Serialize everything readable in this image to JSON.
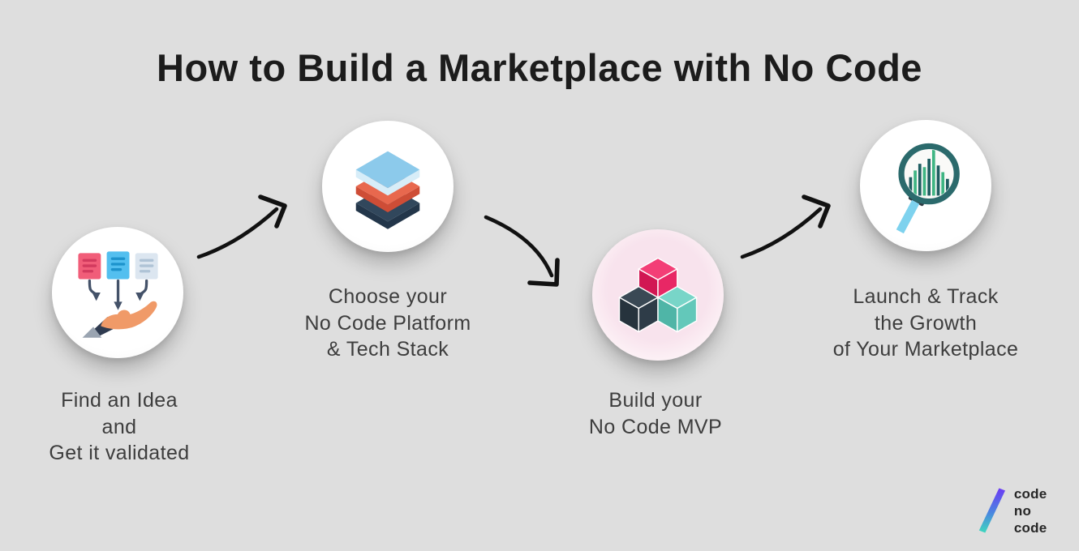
{
  "title": "How to Build a Marketplace with No Code",
  "steps": [
    {
      "name": "find-idea",
      "icon": "documents-into-hand-icon",
      "label_lines": [
        "Find an Idea",
        "and",
        "Get it validated"
      ]
    },
    {
      "name": "choose-platform",
      "icon": "layer-stack-icon",
      "label_lines": [
        "Choose your",
        "No Code Platform",
        "& Tech Stack"
      ]
    },
    {
      "name": "build-mvp",
      "icon": "building-blocks-icon",
      "label_lines": [
        "Build your",
        "No Code MVP"
      ]
    },
    {
      "name": "launch-track",
      "icon": "magnifier-growth-chart-icon",
      "label_lines": [
        "Launch & Track",
        "the Growth",
        "of Your Marketplace"
      ]
    }
  ],
  "logo": {
    "top_line": "code",
    "bottom_line": "no code"
  },
  "colors": {
    "background": "#dedede",
    "title_text": "#1c1c1c",
    "label_text": "#3d3d3d",
    "arrow": "#111111",
    "doc_pink": "#f15d79",
    "doc_blue": "#53bfef",
    "doc_gray": "#dce6f0",
    "hand_orange": "#f09a68",
    "layer_blue": "#8ccaeb",
    "layer_coral": "#e8684e",
    "layer_navy": "#31475c",
    "cube_pink": "#f33e76",
    "cube_navy": "#2e3c48",
    "cube_teal": "#63c8ba",
    "magnifier_ring": "#2b6a6c",
    "magnifier_handle": "#7ed2ee",
    "bar_green": "#3fb583",
    "bar_dark_teal": "#1f5d61",
    "slash_gradient_top": "#6d3bf5",
    "slash_gradient_bottom": "#3fd8be"
  }
}
